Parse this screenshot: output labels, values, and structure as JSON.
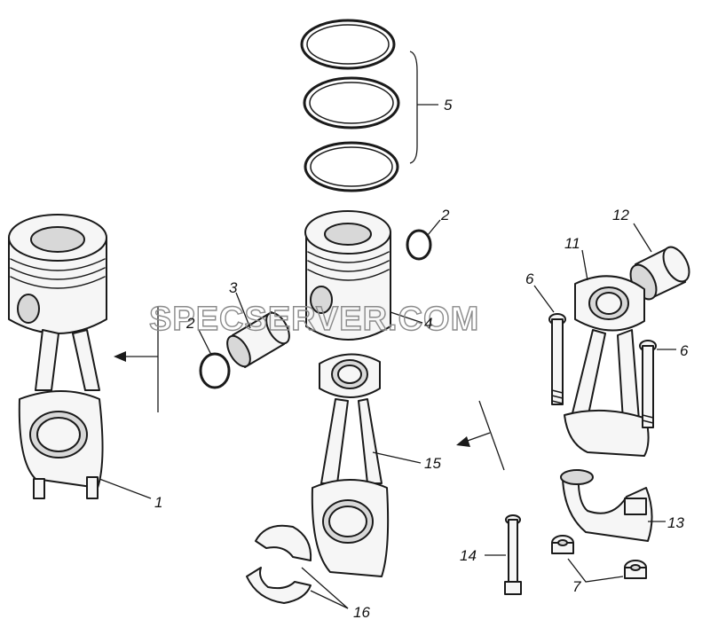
{
  "watermark": "SPECSERVER.COM",
  "callouts": {
    "c1": "1",
    "c2a": "2",
    "c2b": "2",
    "c3": "3",
    "c4": "4",
    "c5": "5",
    "c6a": "6",
    "c6b": "6",
    "c7": "7",
    "c11": "11",
    "c12": "12",
    "c13": "13",
    "c14": "14",
    "c15": "15",
    "c16": "16"
  }
}
